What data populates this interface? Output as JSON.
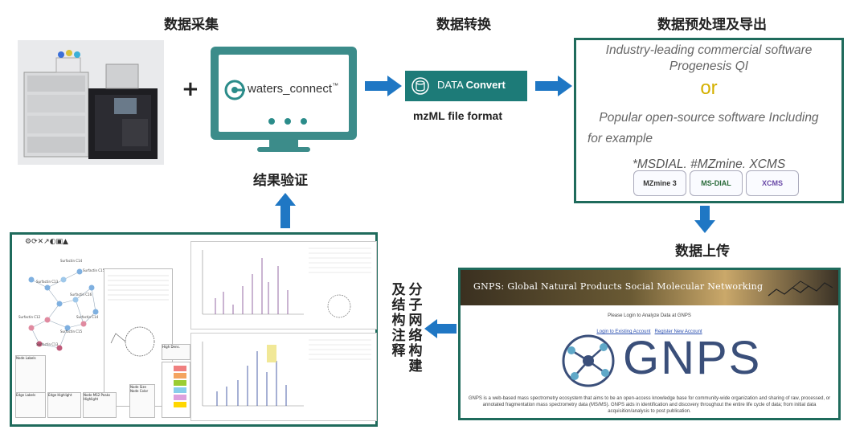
{
  "steps": {
    "acquisition": "数据采集",
    "conversion": "数据转换",
    "preprocess": "数据预处理及导出",
    "upload": "数据上传",
    "validation": "结果验证",
    "networking": "分子网络构建",
    "annotation": "及结构注释"
  },
  "plus": "+",
  "waters": {
    "brand": "waters_connect",
    "tm": "™"
  },
  "data_convert": {
    "word1": "DATA",
    "word2": "Convert",
    "format": "mzML file format"
  },
  "software": {
    "line1": "Industry-leading commercial software",
    "line2": "Progenesis QI",
    "or": "or",
    "line3": "Popular open-source  software Including",
    "line4": "for example",
    "line5": "*MSDIAL. #MZmine. XCMS",
    "logos": [
      "MZmine 3",
      "MS-DIAL",
      "XCMS"
    ]
  },
  "gnps": {
    "banner": "GNPS: Global Natural Products Social Molecular Networking",
    "login_prompt": "Please Login to Analyze Data at GNPS",
    "login_link": "Login to Existing Account",
    "register_link": "Register New Account",
    "logo_text": "GNPS",
    "description": "GNPS is a web-based mass spectrometry ecosystem that aims to be an open-access knowledge base for community-wide organization and sharing of raw, processed, or annotated fragmentation mass spectrometry data (MS/MS). GNPS aids in identification and discovery throughout the entire life cycle of data; from initial data acquisition/analysis to post publication."
  },
  "network": {
    "toolbar_icons": "⚙⟳✕↗◐▣▲",
    "node_labels": [
      "Surfactin C14",
      "Surfactin C15",
      "Surfactin C13",
      "Surfactin C16",
      "Surfactin C12",
      "Surfactin C14",
      "Surfactin C15",
      "Surfactin C13"
    ],
    "panels": [
      "Node Labels",
      "Edge Labels",
      "Edge Highlight",
      "Node MS2 Peaks Highlight",
      "Node Size",
      "Node Color",
      "High Dens."
    ]
  },
  "colors": {
    "teal": "#1f6b5c",
    "arrow": "#1f77c4",
    "monitor": "#3c8c8a",
    "data_convert": "#1d7b78",
    "or": "#d4b000"
  }
}
